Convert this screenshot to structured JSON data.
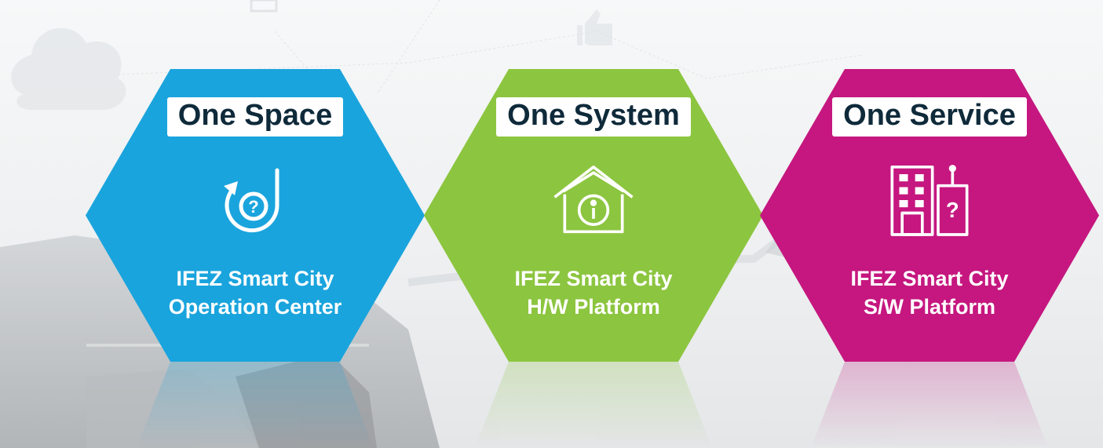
{
  "panels": [
    {
      "title": "One Space",
      "line1": "IFEZ Smart City",
      "line2": "Operation Center",
      "icon": "question-loop-icon",
      "color": "#1aa4dd"
    },
    {
      "title": "One System",
      "line1": "IFEZ Smart City",
      "line2": "H/W Platform",
      "icon": "house-info-icon",
      "color": "#8cc53f"
    },
    {
      "title": "One Service",
      "line1": "IFEZ Smart City",
      "line2": "S/W Platform",
      "icon": "building-question-icon",
      "color": "#c5177f"
    }
  ]
}
